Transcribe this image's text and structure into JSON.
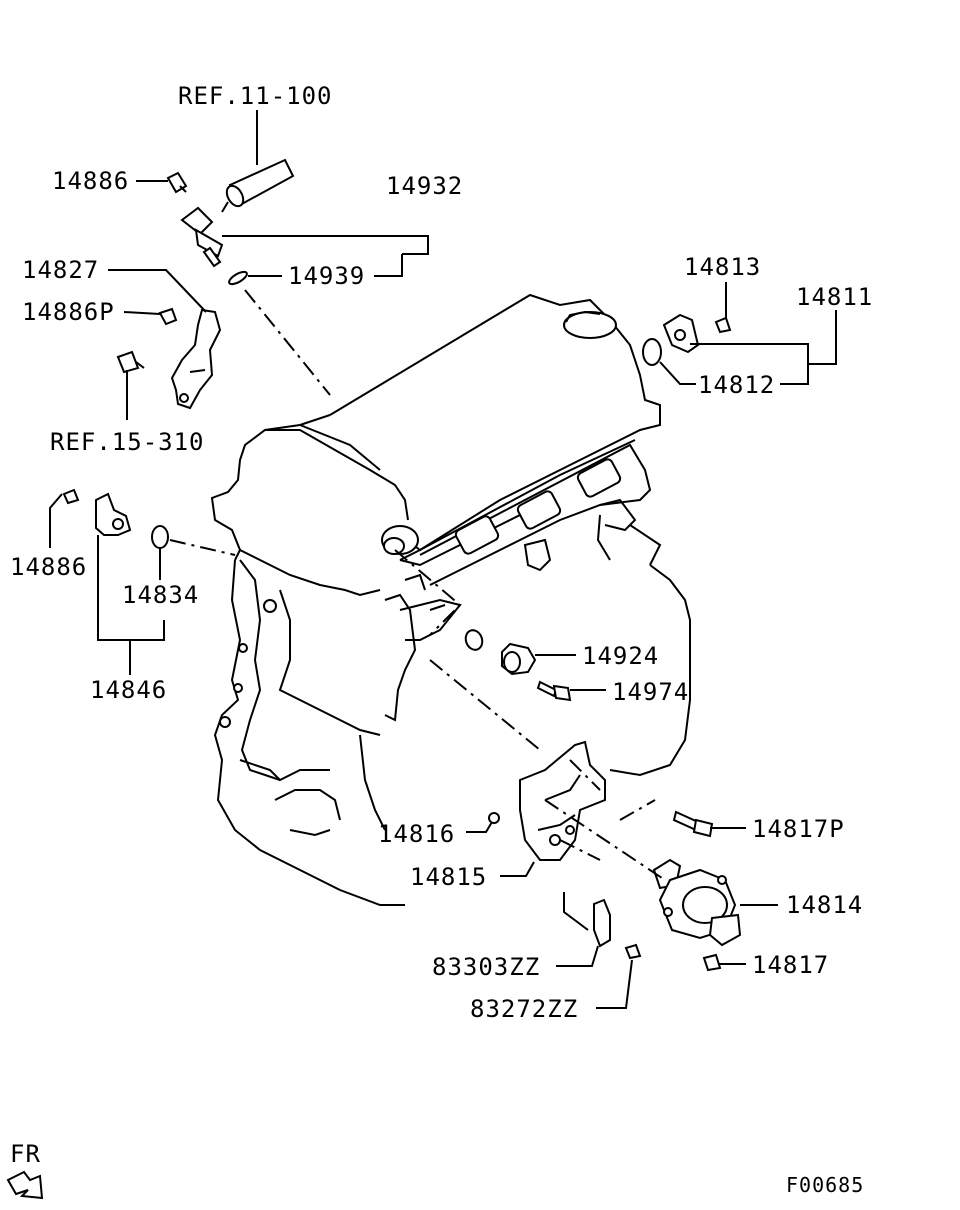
{
  "diagram": {
    "refs": {
      "ref_11_100": "REF.11-100",
      "ref_15_310": "REF.15-310"
    },
    "parts": {
      "p14886_top": "14886",
      "p14932": "14932",
      "p14827": "14827",
      "p14939": "14939",
      "p14886P": "14886P",
      "p14813": "14813",
      "p14811": "14811",
      "p14812": "14812",
      "p14886_left": "14886",
      "p14834": "14834",
      "p14846": "14846",
      "p14924": "14924",
      "p14974": "14974",
      "p14816": "14816",
      "p14817P": "14817P",
      "p14815": "14815",
      "p14814": "14814",
      "p83303ZZ": "83303ZZ",
      "p14817": "14817",
      "p83272ZZ": "83272ZZ"
    },
    "direction_label": "FR",
    "figure_code": "F00685"
  }
}
